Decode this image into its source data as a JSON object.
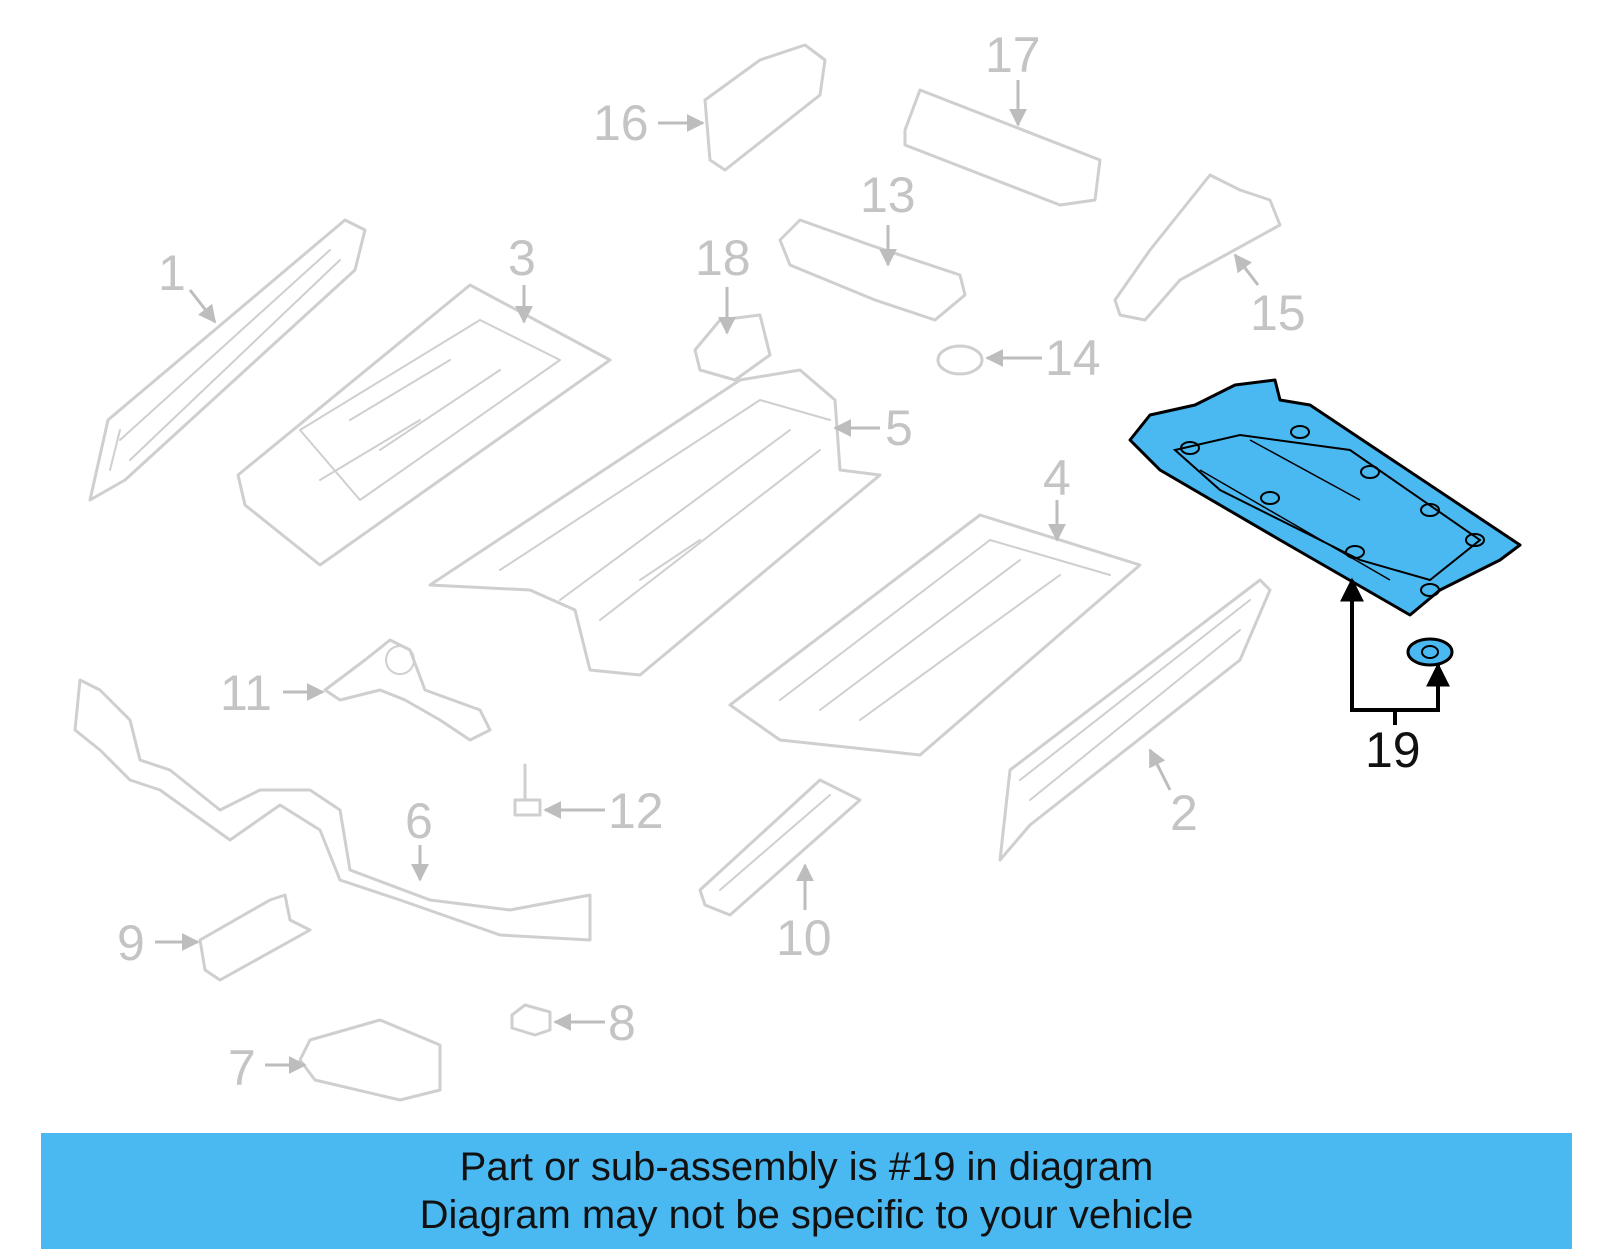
{
  "diagram": {
    "highlight_color": "#4ab9f2",
    "ghost_color": "#cfcfcf",
    "highlighted_part": "19",
    "callouts": [
      "1",
      "2",
      "3",
      "4",
      "5",
      "6",
      "7",
      "8",
      "9",
      "10",
      "11",
      "12",
      "13",
      "14",
      "15",
      "16",
      "17",
      "18",
      "19"
    ]
  },
  "caption": {
    "line1": "Part or sub-assembly is #19 in diagram",
    "line2": "Diagram may not be specific to your vehicle",
    "background": "#4ab9f2"
  }
}
